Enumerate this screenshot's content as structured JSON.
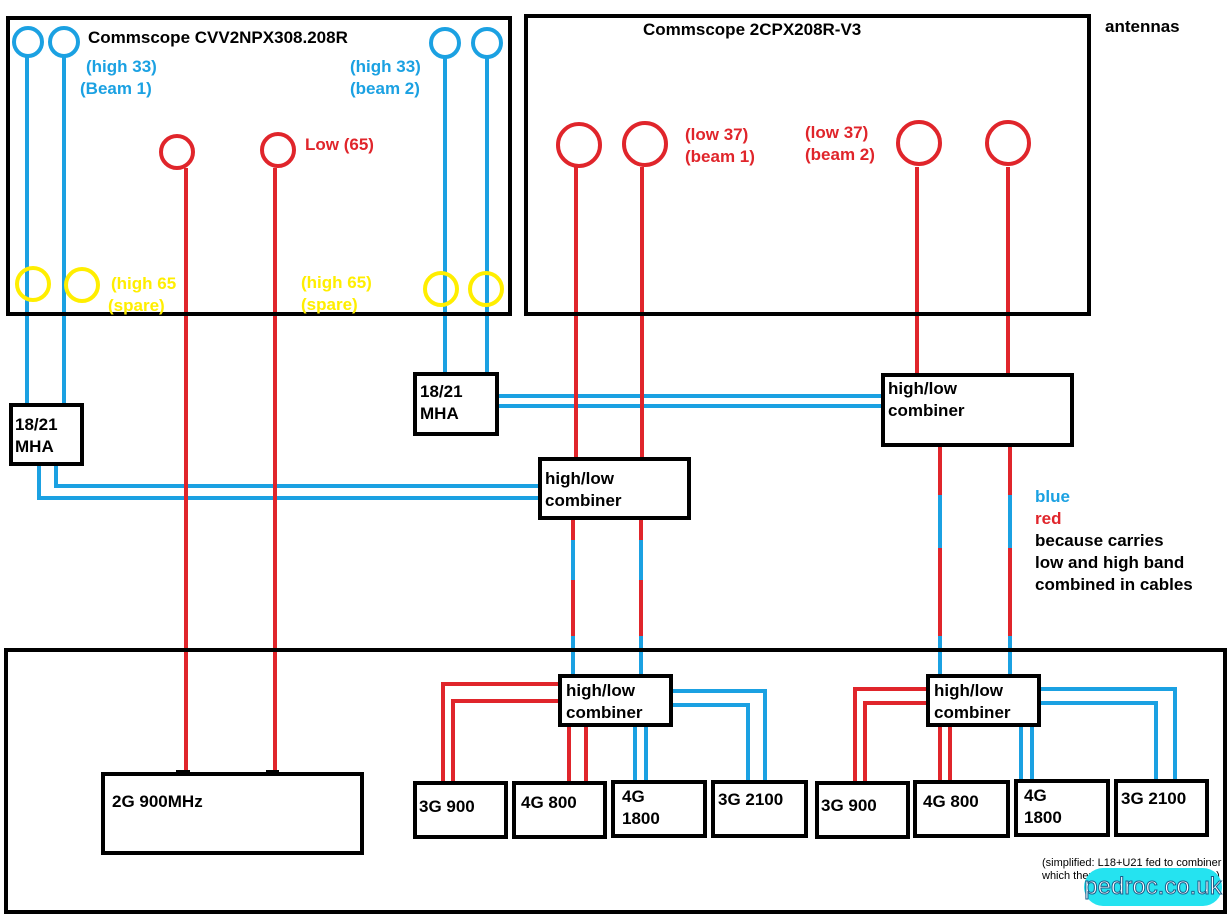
{
  "antennas_label": "antennas",
  "antenna1": {
    "title": "Commscope CVV2NPX308.208R",
    "high_left": [
      "(high 33)",
      "(Beam 1)"
    ],
    "high_right": [
      "(high 33)",
      "(beam 2)"
    ],
    "low": "Low (65)",
    "spare_left": [
      "(high 65",
      "(spare)"
    ],
    "spare_right": [
      "(high 65)",
      "(spare)"
    ]
  },
  "antenna2": {
    "title": "Commscope 2CPX208R-V3",
    "low_left": [
      "(low 37)",
      "(beam 1)"
    ],
    "low_right": [
      "(low 37)",
      "(beam 2)"
    ]
  },
  "mha": [
    "18/21",
    "MHA"
  ],
  "combiner": [
    "high/low",
    "combiner"
  ],
  "legend": {
    "blue": "blue",
    "red": "red",
    "lines": [
      "because carries",
      "low and high band",
      "combined in cables"
    ]
  },
  "equipment": {
    "g2": "2G 900MHz",
    "left_units": [
      [
        "3G 900"
      ],
      [
        "4G 800"
      ],
      [
        "4G",
        "1800"
      ],
      [
        "3G 2100"
      ]
    ],
    "right_units": [
      [
        "3G 900"
      ],
      [
        "4G 800"
      ],
      [
        "4G",
        "1800"
      ],
      [
        "3G 2100"
      ]
    ]
  },
  "footnote": "(simplified: L18+U21 fed to combiner which then feeds to 'main' combiner)",
  "watermark": "pedroc.co.uk",
  "colors": {
    "blue": "#1ba1e2",
    "red": "#e0252b",
    "yellow": "#ffee00",
    "black": "#000000"
  }
}
